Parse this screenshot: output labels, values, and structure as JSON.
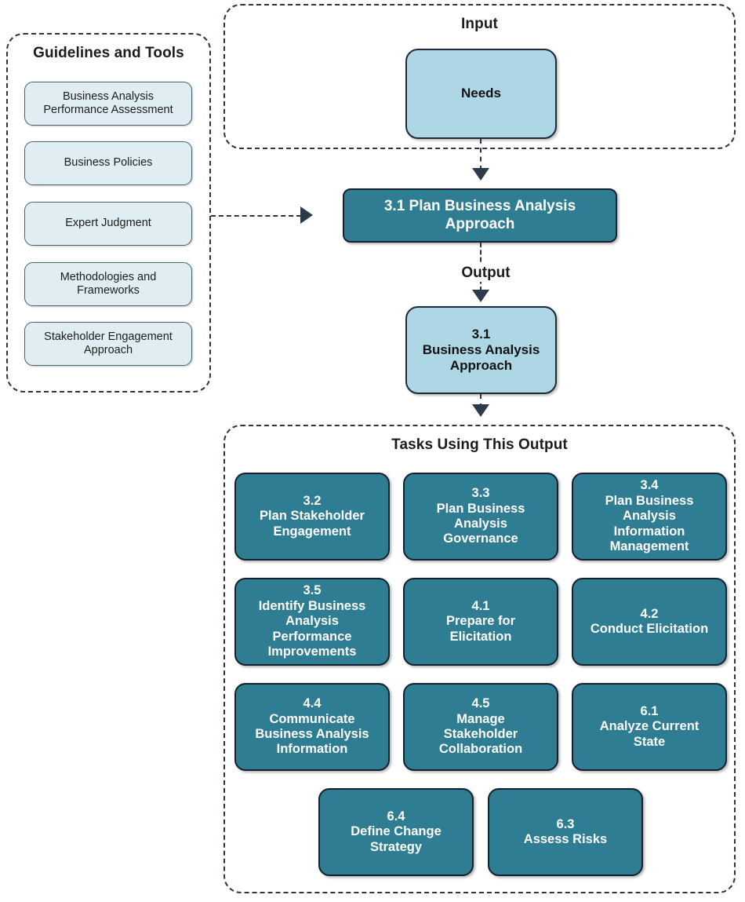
{
  "diagram": {
    "guidelines_panel": {
      "title": "Guidelines and Tools",
      "items": [
        {
          "label": "Business Analysis\nPerformance Assessment"
        },
        {
          "label": "Business Policies"
        },
        {
          "label": "Expert Judgment"
        },
        {
          "label": "Methodologies and\nFrameworks"
        },
        {
          "label": "Stakeholder Engagement\nApproach"
        }
      ]
    },
    "input_panel": {
      "title": "Input",
      "items": [
        {
          "label": "Needs"
        }
      ]
    },
    "main_task": {
      "label": "3.1 Plan Business Analysis\nApproach"
    },
    "output_edge_label": "Output",
    "output_artifact": {
      "label": "3.1\nBusiness Analysis\nApproach"
    },
    "tasks_panel": {
      "title": "Tasks Using This Output",
      "rows": [
        [
          {
            "label": "3.2\nPlan Stakeholder\nEngagement"
          },
          {
            "label": "3.3\nPlan Business\nAnalysis\nGovernance"
          },
          {
            "label": "3.4\nPlan Business\nAnalysis\nInformation\nManagement"
          }
        ],
        [
          {
            "label": "3.5\nIdentify Business\nAnalysis\nPerformance\nImprovements"
          },
          {
            "label": "4.1\nPrepare for\nElicitation"
          },
          {
            "label": "4.2\nConduct Elicitation"
          }
        ],
        [
          {
            "label": "4.4\nCommunicate\nBusiness Analysis\nInformation"
          },
          {
            "label": "4.5\nManage\nStakeholder\nCollaboration"
          },
          {
            "label": "6.1\nAnalyze Current\nState"
          }
        ],
        [
          {
            "label": "6.4\nDefine Change\nStrategy"
          },
          {
            "label": "6.3\nAssess Risks"
          }
        ]
      ]
    },
    "colors": {
      "task_fill": "#2e7d93",
      "artifact_fill": "#aed7e6",
      "tool_fill": "#e0edf2",
      "stroke_dark": "#14202b",
      "dashed_border": "#2b3440"
    }
  }
}
